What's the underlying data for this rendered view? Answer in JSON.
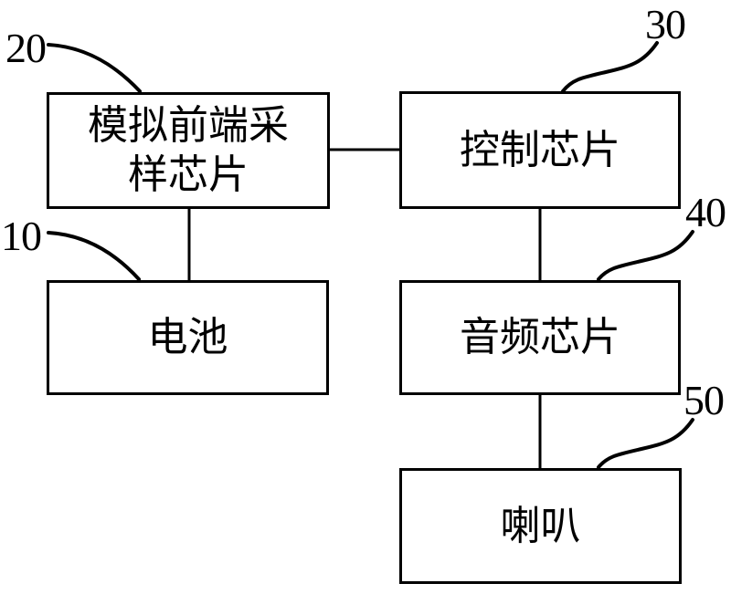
{
  "figure": {
    "background_color": "#ffffff",
    "line_color": "#000000",
    "blocks": {
      "afe": {
        "ref": "20",
        "label": "模拟前端采样芯片",
        "label_lines": [
          "模拟前端采",
          "样芯片"
        ]
      },
      "control": {
        "ref": "30",
        "label": "控制芯片"
      },
      "battery": {
        "ref": "10",
        "label": "电池"
      },
      "audio": {
        "ref": "40",
        "label": "音频芯片"
      },
      "speaker": {
        "ref": "50",
        "label": "喇叭"
      }
    },
    "connections": [
      {
        "from": "20",
        "to": "30",
        "type": "horizontal"
      },
      {
        "from": "20",
        "to": "10",
        "type": "vertical"
      },
      {
        "from": "30",
        "to": "40",
        "type": "vertical"
      },
      {
        "from": "40",
        "to": "50",
        "type": "vertical"
      }
    ]
  }
}
